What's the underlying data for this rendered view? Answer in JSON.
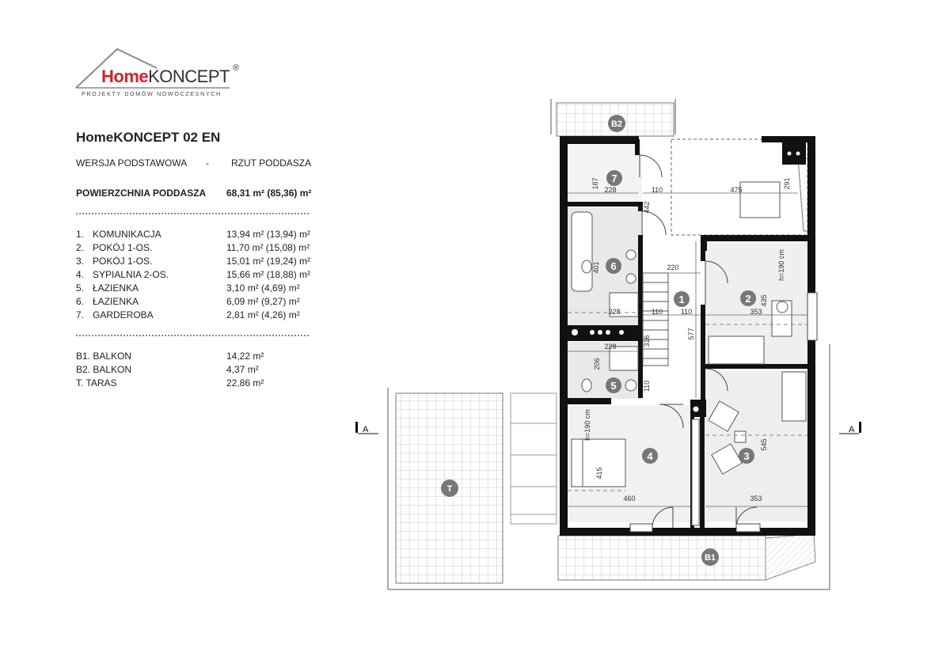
{
  "logo": {
    "word_home": "Home",
    "word_koncept": "KONCEPT",
    "registered": "®",
    "tagline": "PROJEKTY DOMÓW NOWOCZESNYCH",
    "roof_color": "#8a8a8a",
    "brand_red": "#d6202a"
  },
  "title": "HomeKONCEPT 02 EN",
  "variant": "WERSJA  PODSTAWOWA",
  "variant_separator": "-",
  "plan_name": "RZUT PODDASZA",
  "total_area": {
    "label": "POWIERZCHNIA PODDASZA",
    "value": "68,31 m² (85,36) m²"
  },
  "rooms": [
    {
      "num": "1.",
      "name": "KOMUNIKACJA",
      "area": "13,94 m² (13,94) m²"
    },
    {
      "num": "2.",
      "name": "POKÓJ 1-OS.",
      "area": "11,70 m² (15,08) m²"
    },
    {
      "num": "3.",
      "name": "POKÓJ 1-OS.",
      "area": "15,01 m² (19,24) m²"
    },
    {
      "num": "4.",
      "name": "SYPIALNIA 2-OS.",
      "area": "15,66 m² (18,88) m²"
    },
    {
      "num": "5.",
      "name": "ŁAZIENKA",
      "area": "3,10 m²   (4,69) m²"
    },
    {
      "num": "6.",
      "name": "ŁAZIENKA",
      "area": "6,09 m²   (9,27) m²"
    },
    {
      "num": "7.",
      "name": "GARDEROBA",
      "area": "2,81 m²   (4,26) m²"
    }
  ],
  "exteriors": [
    {
      "name": "B1. BALKON",
      "area": "14,22 m²"
    },
    {
      "name": "B2. BALKON",
      "area": "4,37 m²"
    },
    {
      "name": "T.   TARAS",
      "area": "22,86 m²"
    }
  ],
  "plan": {
    "room_markers": [
      "1",
      "2",
      "3",
      "4",
      "5",
      "6",
      "7"
    ],
    "exterior_markers": [
      "B1",
      "B2",
      "T"
    ],
    "section_marker": "A",
    "dimensions": {
      "d187": "187",
      "d228a": "228",
      "d110a": "110",
      "d475": "475",
      "d291": "291",
      "d442": "442",
      "d401": "401",
      "d220": "220",
      "d228b": "228",
      "d110b": "110",
      "d110c": "110",
      "d316": "316",
      "d228c": "228",
      "d206": "206",
      "d577": "577",
      "d110d": "110",
      "h190a": "h=190 cm",
      "d435": "435",
      "d353a": "353",
      "h190b": "h=190 cm",
      "d415": "415",
      "d460": "460",
      "d545": "545",
      "d353b": "353"
    },
    "colors": {
      "wall": "#111111",
      "floor_grey": "#e6e6e6",
      "marker_fill": "#777777",
      "tile_line": "#bdbdbd"
    }
  }
}
